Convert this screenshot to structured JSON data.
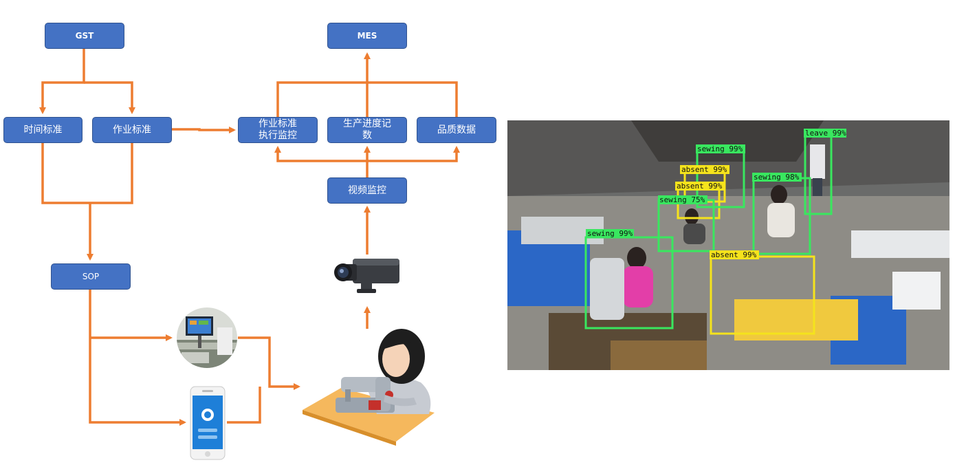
{
  "nodes": {
    "gst": "GST",
    "mes": "MES",
    "time_std": "时间标准",
    "work_std": "作业标准",
    "std_exec": "作业标准\n执行监控",
    "progress": "生产进度记\n数",
    "quality": "品质数据",
    "video": "视频监控",
    "sop": "SOP"
  },
  "colors": {
    "box_fill": "#4472c4",
    "box_border": "#2f528f",
    "arrow": "#ed7d31",
    "det_green": "#39e75f",
    "det_yellow": "#f5e31c"
  },
  "illustrations": {
    "camera": "cctv-camera-icon",
    "tablet_station": "tablet-terminal-photo",
    "phone": "smartphone-app-icon",
    "operator": "sewing-operator-illustration"
  },
  "detections": [
    {
      "label": "sewing 99%",
      "color": "green"
    },
    {
      "label": "leave 99%",
      "color": "green"
    },
    {
      "label": "absent 99%",
      "color": "yellow"
    },
    {
      "label": "absent 99%",
      "color": "yellow"
    },
    {
      "label": "sewing 98%",
      "color": "green"
    },
    {
      "label": "sewing 75%",
      "color": "green"
    },
    {
      "label": "sewing 99%",
      "color": "green"
    },
    {
      "label": "absent 99%",
      "color": "yellow"
    }
  ]
}
